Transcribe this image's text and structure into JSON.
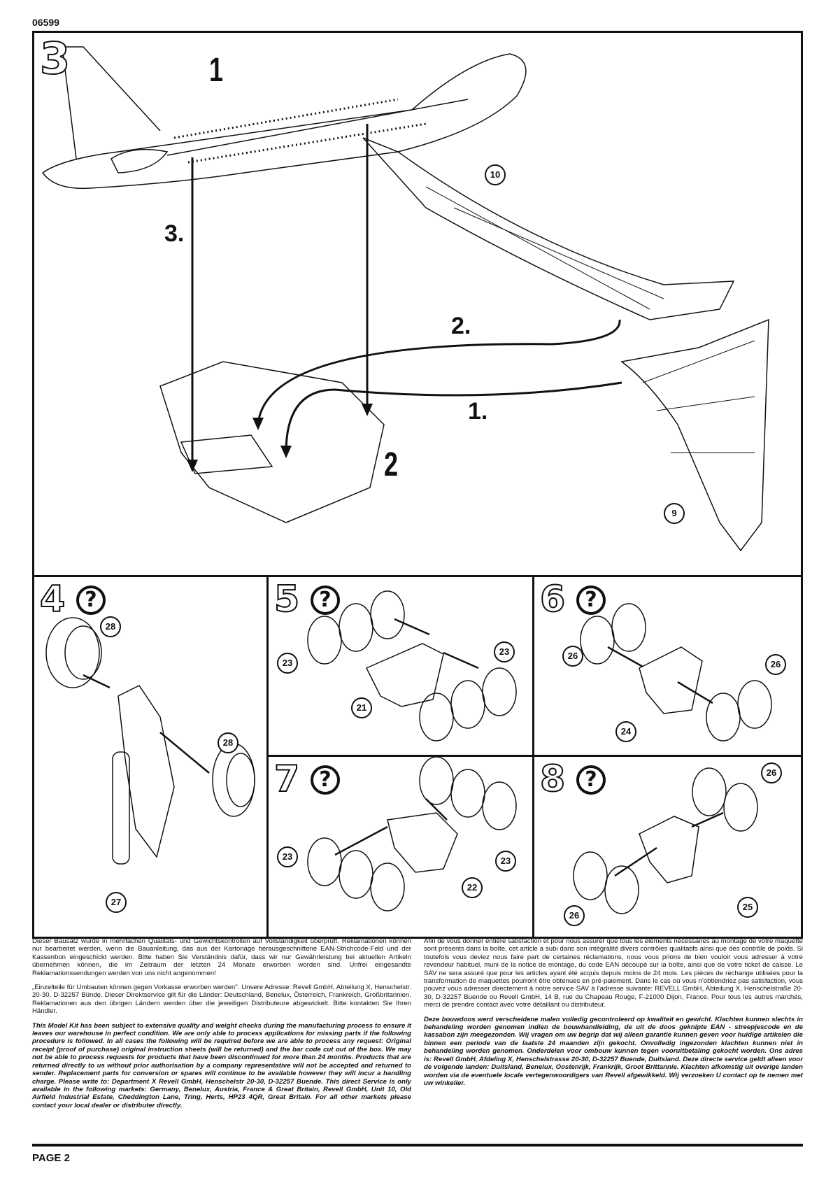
{
  "kit_number": "06599",
  "page_label": "PAGE 2",
  "steps": {
    "step3": {
      "number": "3",
      "labels": {
        "fuselage": "1",
        "wing_part": "2",
        "arrow3": "3.",
        "arrow2": "2.",
        "arrow1": "1."
      },
      "parts": {
        "wing_right": "10",
        "wing_left": "9"
      }
    },
    "step4": {
      "number": "4",
      "icon": "question-icon",
      "parts": {
        "wheel_top": "28",
        "wheel_right": "28",
        "strut": "27"
      }
    },
    "step5": {
      "number": "5",
      "icon": "question-icon",
      "parts": {
        "wheels_left": "23",
        "wheels_right": "23",
        "bogie": "21"
      }
    },
    "step6": {
      "number": "6",
      "icon": "question-icon",
      "parts": {
        "wheels_left": "26",
        "wheels_right": "26",
        "bogie": "24"
      }
    },
    "step7": {
      "number": "7",
      "icon": "question-icon",
      "parts": {
        "wheels_left": "23",
        "wheels_right": "23",
        "bogie": "22"
      }
    },
    "step8": {
      "number": "8",
      "icon": "question-icon",
      "parts": {
        "wheels_top": "26",
        "wheels_bottom": "26",
        "bogie": "25"
      }
    }
  },
  "notice": {
    "de_1": "Dieser Bausatz wurde in mehrfachen Qualitäts- und Gewichtskontrollen auf Vollständigkeit überprüft. Reklamationen können nur bearbeitet werden, wenn die Bauanleitung, das aus der Kartonage herausgeschnittene EAN-Strichcode-Feld und der Kassenbon eingeschickt werden. Bitte haben Sie Verständnis dafür, dass wir nur Gewährleistung bei aktuellen Artikeln übernehmen können, die im Zeitraum der letzten 24 Monate erworben worden sind. Unfrei eingesandte Reklamationssendungen werden von uns nicht angenommen!",
    "de_2": "„Einzelteile für Umbauten können gegen Vorkasse erworben werden\". Unsere Adresse: Revell GmbH, Abteilung X, Henschelstr. 20-30, D-32257 Bünde. Dieser Direktservice gilt für die Länder: Deutschland, Benelux, Österreich, Frankreich, Großbritannien. Reklamationen aus den übrigen Ländern werden über die jeweiligen Distributeure abgewickelt. Bitte kontakten Sie Ihren Händler.",
    "en": "This Model Kit has been subject to extensive quality and weight checks during the manufacturing process to ensure it leaves our warehouse in perfect condition. We are only able to process applications for missing parts if the following procedure is followed. In all cases the following will be required before we are able to process any request: Original receipt (proof of purchase) original instruction sheets (will be returned) and the bar code cut out of the box. We may not be able to process requests for products that have been discontinued for more than 24 months. Products that are returned directly to us without prior authorisation by a company representative will not be accepted and returned to sender. Replacement parts for conversion or spares will continue to be available however they will incur a handling charge. Please write to: Department X Revell GmbH, Henschelstr 20-30, D-32257 Buende. This direct Service is only available in the following markets: Germany, Benelux, Austria, France & Great Britain, Revell GmbH, Unit 10, Old Airfield Industrial Estate, Cheddington Lane, Tring, Herts, HP23 4QR, Great Britain. For all other markets please contact your local dealer or distributer directly.",
    "fr": "Afin de vous donner entière satisfaction et pour nous assurer que tous les éléments nécessaires au montage de votre maquette sont présents dans la boîte, cet article a subi dans son intégralité divers contrôles qualitatifs ainsi que des contrôle de poids. Si toutefois vous deviez nous faire part de certaines réclamations, nous vous prions de bien vouloir vous adresser à votre revendeur habituel, muni de la notice de montage, du code EAN découpé sur la boîte, ainsi que de votre ticket de caisse. Le SAV ne sera assuré que pour les articles ayant été acquis depuis moins de 24 mois. Les pièces de rechange utilisées pour la transformation de maquettes pourront être obtenues en pré-paiement. Dans le cas où vous n'obtiendriez pas satisfaction, vous pouvez vous adresser directement à notre service SAV à l'adresse suivante: REVELL GmbH, Abteilung X, Henschelstraße 20-30, D-32257 Buende ou Revell GmbH, 14 B, rue du Chapeau Rouge, F-21000 Dijon, France. Pour tous les autres marchés, merci de prendre contact avec votre détaillant ou distributeur.",
    "nl": "Deze bouwdoos werd verscheidene malen volledig gecontroleerd op kwaliteit en gewicht. Klachten kunnen slechts in behandeling worden genomen indien de bouwhandleiding, de uit de doos geknipte EAN - streepjescode en de kassabon zijn meegezonden. Wij vragen om uw begrip dat wij alleen garantie kunnen geven voor huidige artikelen die binnen een periode van de laatste 24 maanden zijn gekocht. Onvolledig ingezonden klachten kunnen niet in behandeling worden genomen. Onderdelen voor ombouw kunnen tegen vooruitbetaling gekocht worden. Ons adres is: Revell GmbH, Afdeling X, Henschelstrasse 20-30, D-32257 Buende, Duitsland. Deze directe service geldt alleen voor de volgende landen: Duitsland, Benelux, Oostenrijk, Frankrijk, Groot Brittannie. Klachten afkomstig uit overige landen worden via de eventuele locale vertegenwoordigers van Revell afgewikkeld. Wij verzoeken U contact op te nemen met uw winkelier."
  }
}
